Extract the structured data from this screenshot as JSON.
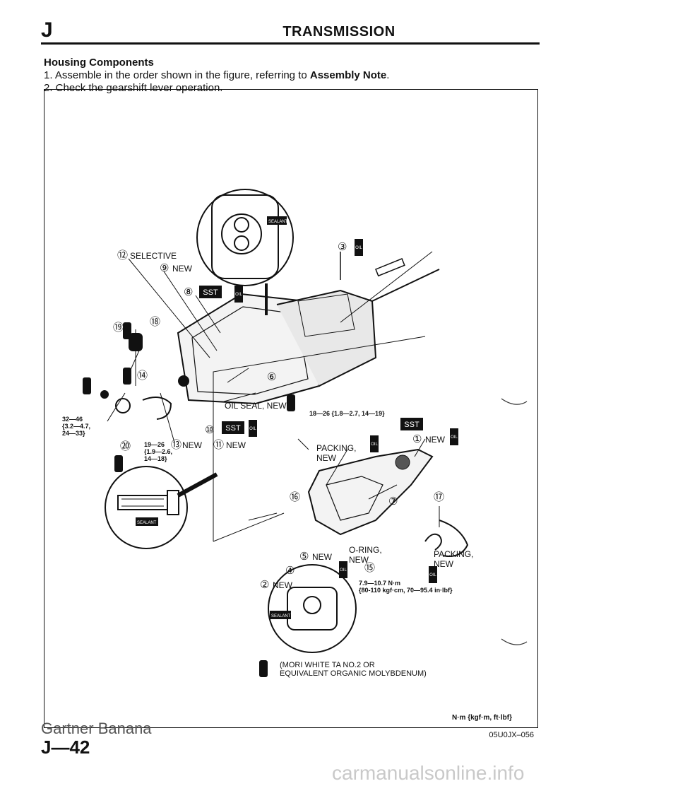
{
  "header": {
    "section_letter": "J",
    "title": "TRANSMISSION"
  },
  "section_title": "Housing Components",
  "steps": [
    {
      "prefix": "1. Assemble in the order shown in the figure, referring to ",
      "emphasis": "Assembly Note",
      "suffix": "."
    },
    {
      "prefix": "2. Check the gearshift lever operation.",
      "emphasis": "",
      "suffix": ""
    }
  ],
  "figure": {
    "labels": {
      "selective": "SELECTIVE",
      "new": "NEW",
      "oil_seal_new": "OIL SEAL, NEW",
      "packing_new_1": "PACKING,",
      "packing_new_1b": "NEW",
      "o_ring": "O-RING,",
      "o_ring_b": "NEW",
      "packing_2": "PACKING,",
      "packing_2b": "NEW",
      "sst": "SST",
      "oil": "OIL",
      "sealant": "SEALANT"
    },
    "callouts": [
      "①",
      "②",
      "③",
      "④",
      "⑤",
      "⑥",
      "⑦",
      "⑧",
      "⑨",
      "⑩",
      "⑪",
      "⑫",
      "⑬",
      "⑭",
      "⑮",
      "⑯",
      "⑰",
      "⑱",
      "⑲",
      "⑳"
    ],
    "torques": {
      "t1_a": "32—46",
      "t1_b": "{3.2—4.7,",
      "t1_c": "24—33}",
      "t2_a": "19—26",
      "t2_b": "{1.9—2.6,",
      "t2_c": "14—18}",
      "t3": "18—26 {1.8—2.7, 14—19}",
      "t4_a": "7.9—10.7 N·m",
      "t4_b": "{80-110 kgf·cm, 70—95.4 in·lbf}"
    },
    "grease_note_1": "(MORI WHITE TA NO.2 OR",
    "grease_note_2": "EQUIVALENT ORGANIC MOLYBDENUM)",
    "unit_note": "N·m {kgf·m, ft·lbf}",
    "figure_code": "05U0JX–056"
  },
  "footer": {
    "brand": "Gartner Banana",
    "page_number": "J—42",
    "watermark": "carmanualsonline.info"
  }
}
